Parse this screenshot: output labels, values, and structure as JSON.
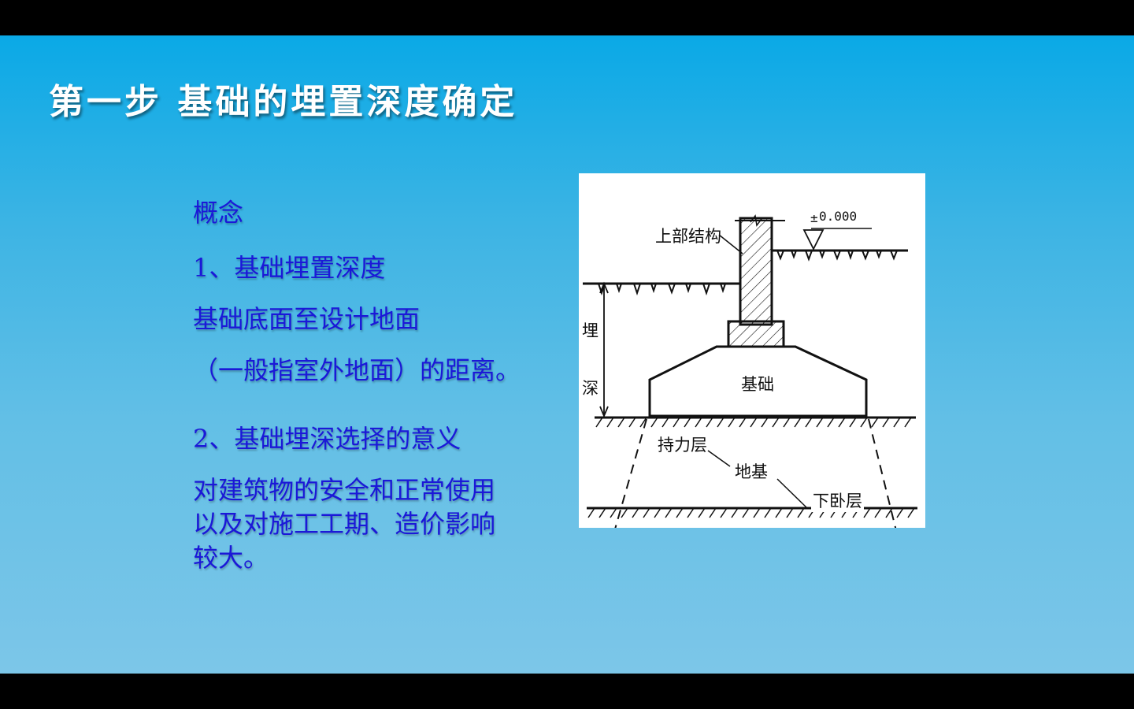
{
  "slide": {
    "title": "第一步 基础的埋置深度确定",
    "concept_heading": "概念",
    "item1_heading": "1、基础埋置深度",
    "item1_line1": "基础底面至设计地面",
    "item1_line2": "（一般指室外地面）的距离。",
    "item2_heading": "2、基础埋深选择的意义",
    "item2_line1": "对建筑物的安全和正常使用",
    "item2_line2": "以及对施工工期、造价影响",
    "item2_line3": "较大。"
  },
  "diagram": {
    "label_superstructure": "上部结构",
    "label_elevation": "0.000",
    "label_depth_1": "埋",
    "label_depth_2": "深",
    "label_foundation": "基础",
    "label_bearing_layer": "持力层",
    "label_subgrade": "地基",
    "label_underlying_layer": "下卧层"
  },
  "colors": {
    "slide_top": "#0aa9e6",
    "slide_bottom": "#7cc6e8",
    "title": "#ffffff",
    "body_text": "#1b18d8",
    "diagram_bg": "#ffffff",
    "line": "#111111"
  }
}
